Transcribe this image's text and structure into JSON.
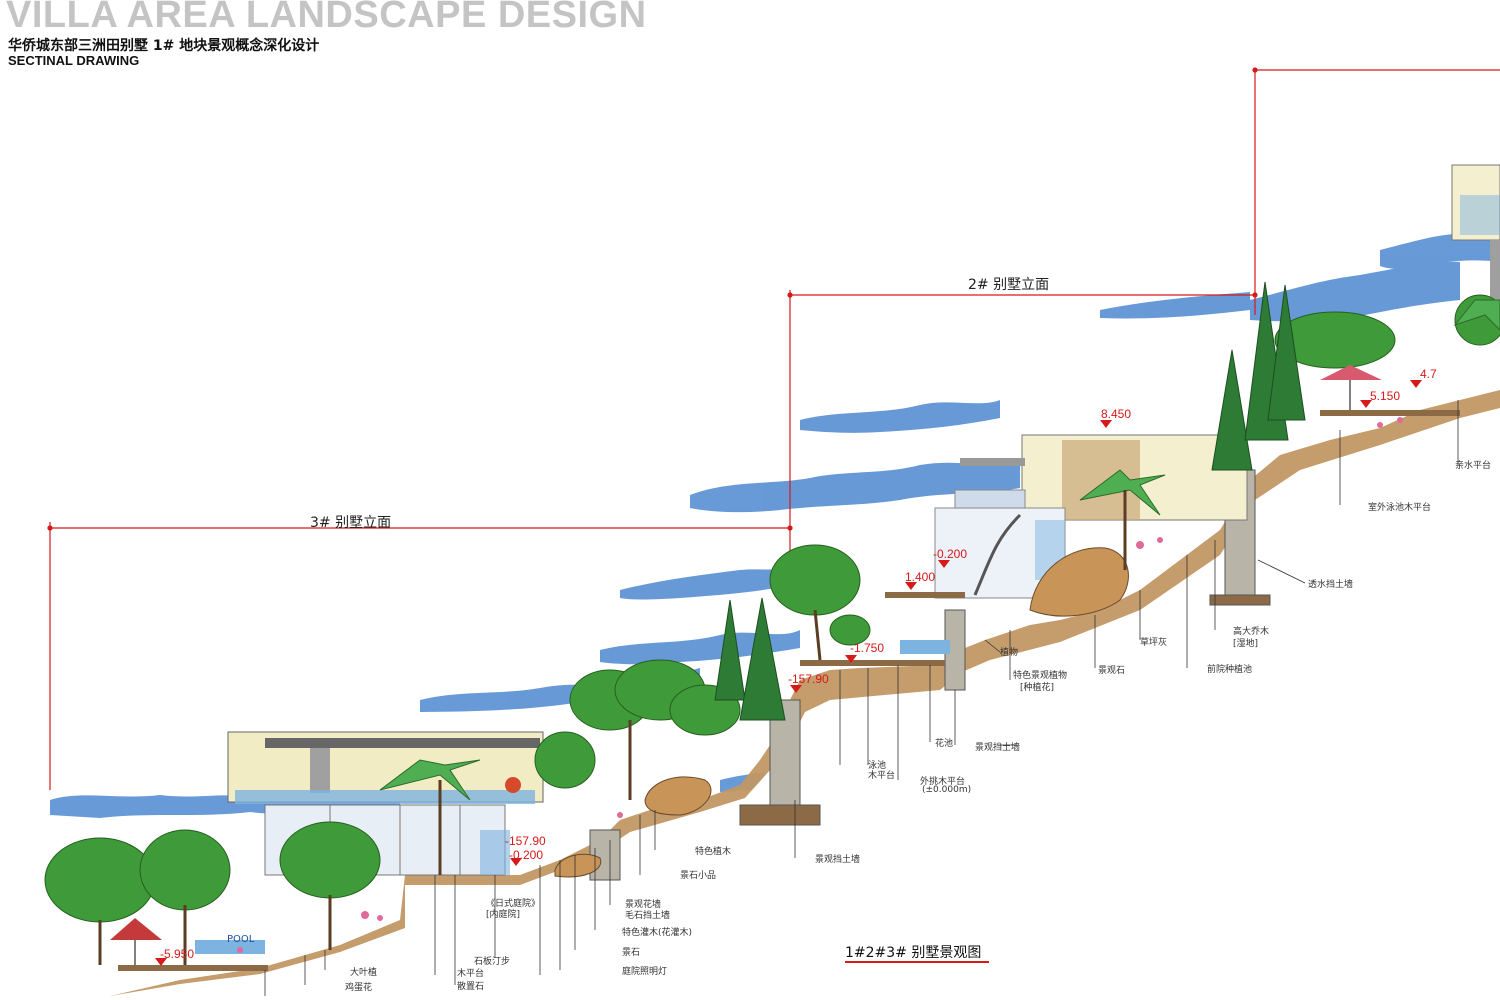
{
  "header": {
    "title": "VILLA AREA LANDSCAPE DESIGN",
    "subtitle_cn": "华侨城东部三洲田别墅 1# 地块景观概念深化设计",
    "subtitle_en": "SECTINAL DRAWING"
  },
  "sections": {
    "villa3": "3# 别墅立面",
    "villa2": "2# 别墅立面"
  },
  "caption": "1#2#3# 别墅景观图",
  "elevations": {
    "e1": "8.450",
    "e2": "4.7",
    "e3": "5.150",
    "e4": "-0.200",
    "e5": "1.400",
    "e6": "-1.750",
    "e7": "-157.90",
    "e8": "-157.90",
    "e9": "-0.200",
    "e10": "-5.950"
  },
  "pool_label": "POOL",
  "notes": {
    "n1": "亲水平台",
    "n2": "室外泳池木平台",
    "n3": "透水挡土墙",
    "n4": "高大乔木",
    "n5": "[湿地]",
    "n6": "前院种植池",
    "n7": "景观石",
    "n8": "草坪灰",
    "n9": "植物",
    "n10": "特色景观植物",
    "n11": "[种植花]",
    "n12": "景观挡土墙",
    "n13": "花池",
    "n14": "泳池",
    "n15": "木平台",
    "n16": "外挑木平台",
    "n17": "(±0.000m)",
    "n18": "景观挡土墙",
    "n19": "特色植木",
    "n20": "景石小品",
    "n21": "景观花墙",
    "n22": "毛石挡土墙",
    "n23": "特色灌木(花灌木)",
    "n24": "景石",
    "n25": "庭院照明灯",
    "n26": "《日式庭院》",
    "n27": "[内庭院]",
    "n28": "石板汀步",
    "n29": "木平台",
    "n30": "散置石",
    "n31": "大叶植",
    "n32": "鸡蛋花"
  },
  "colors": {
    "sky": "#4d88d0",
    "ground": "#c29763",
    "tree": "#3f9a3a",
    "dim_line": "#d61a1a",
    "building": "#f2ecc4"
  }
}
